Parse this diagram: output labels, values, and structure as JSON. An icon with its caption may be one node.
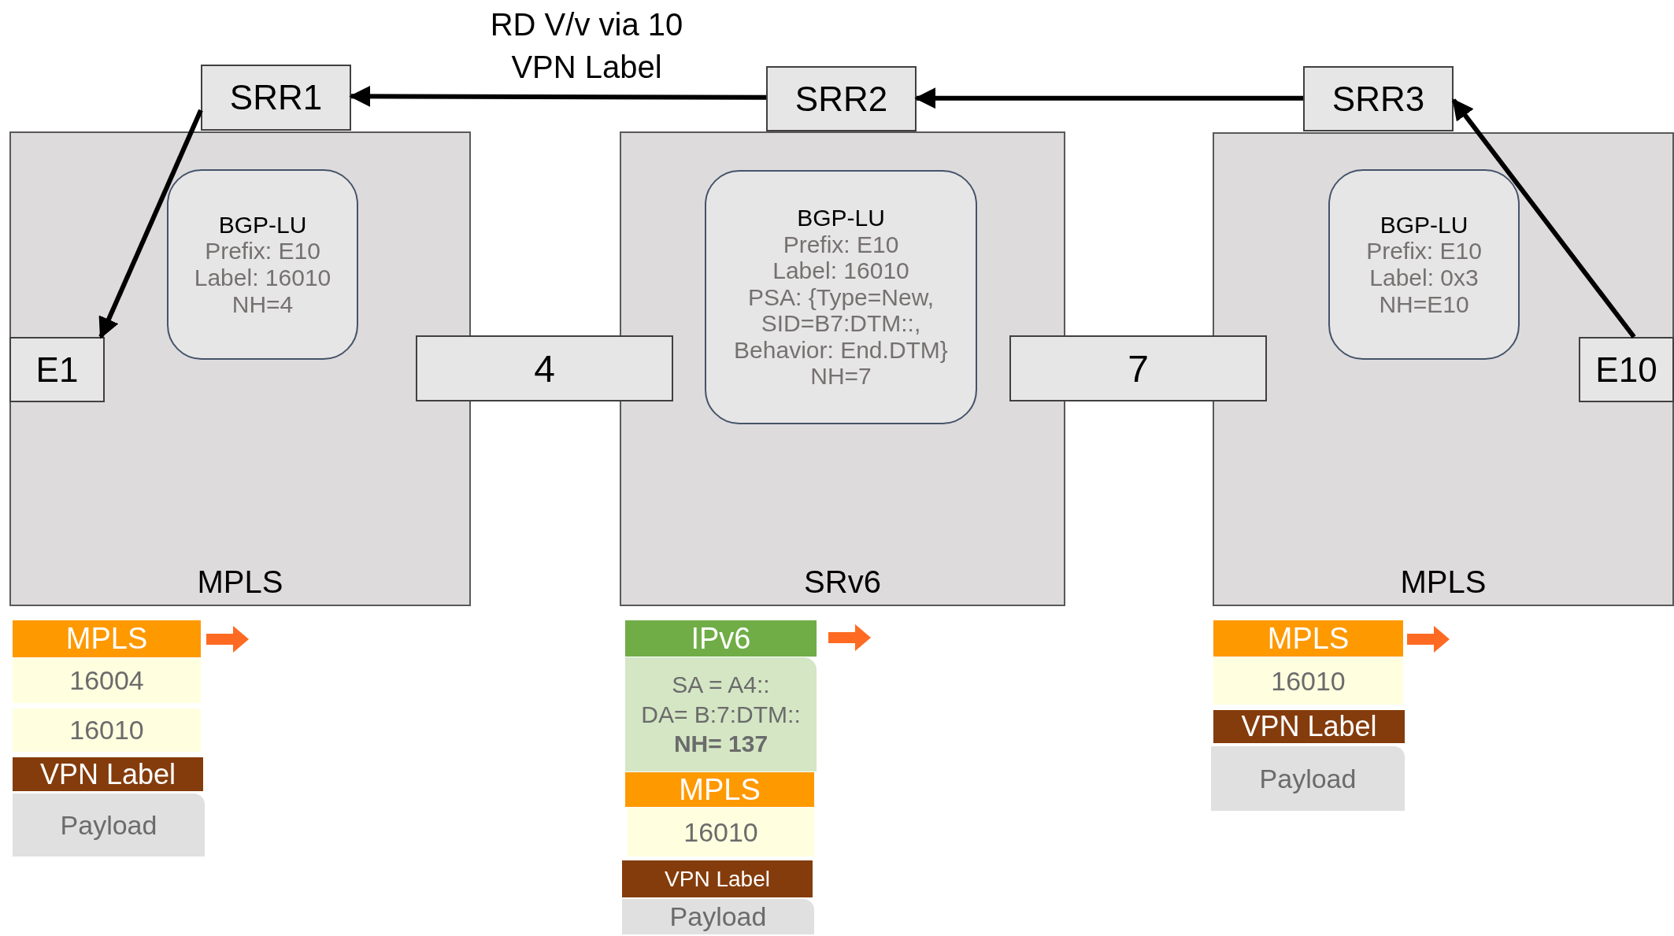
{
  "diagram": {
    "nodes": [
      {
        "text": [
          "SRR1"
        ]
      },
      {
        "text": [
          "SRR2"
        ]
      },
      {
        "text": [
          "SRR3"
        ]
      },
      {
        "text": [
          "MPLS"
        ]
      },
      {
        "text": [
          "BGP-LU",
          "Prefix: E10",
          "Label: 16010",
          "NH=4"
        ],
        "in": 3
      },
      {
        "text": [
          "E1"
        ],
        "in": 3
      },
      {
        "text": [
          "4"
        ]
      },
      {
        "text": [
          "SRv6"
        ]
      },
      {
        "text": [
          "BGP-LU",
          "Prefix: E10",
          "Label: 16010",
          "PSA: {Type=New, SID=B7:DTM::, Behavior: End.DTM}",
          "NH=7"
        ],
        "in": 7
      },
      {
        "text": [
          "7"
        ]
      },
      {
        "text": [
          "MPLS"
        ]
      },
      {
        "text": [
          "BGP-LU",
          "Prefix: E10",
          "Label: 0x3",
          "NH=E10"
        ],
        "in": 10
      },
      {
        "text": [
          "E10"
        ],
        "in": 10
      },
      {
        "text": [
          "MPLS"
        ]
      },
      {
        "text": [
          "16004"
        ]
      },
      {
        "text": [
          "16010"
        ]
      },
      {
        "text": [
          "VPN Label"
        ]
      },
      {
        "text": [
          "Payload"
        ]
      },
      {
        "text": [
          "IPv6"
        ]
      },
      {
        "text": [
          "SA = A4::",
          "DA= B:7:DTM::",
          "NH= 137"
        ]
      },
      {
        "text": [
          "MPLS"
        ]
      },
      {
        "text": [
          "16010"
        ]
      },
      {
        "text": [
          "VPN Label"
        ]
      },
      {
        "text": [
          "Payload"
        ]
      },
      {
        "text": [
          "MPLS"
        ]
      },
      {
        "text": [
          "16010"
        ]
      },
      {
        "text": [
          "VPN Label"
        ]
      },
      {
        "text": [
          "Payload"
        ]
      }
    ],
    "edges": [
      {
        "from": 1,
        "to": 0,
        "arrow": "to",
        "label": "RD V/v via 10 VPN Label"
      },
      {
        "from": 2,
        "to": 1,
        "arrow": "to"
      },
      {
        "from": 12,
        "to": 2,
        "arrow": "to"
      },
      {
        "from": 0,
        "to": 5,
        "arrow": "to"
      }
    ]
  }
}
